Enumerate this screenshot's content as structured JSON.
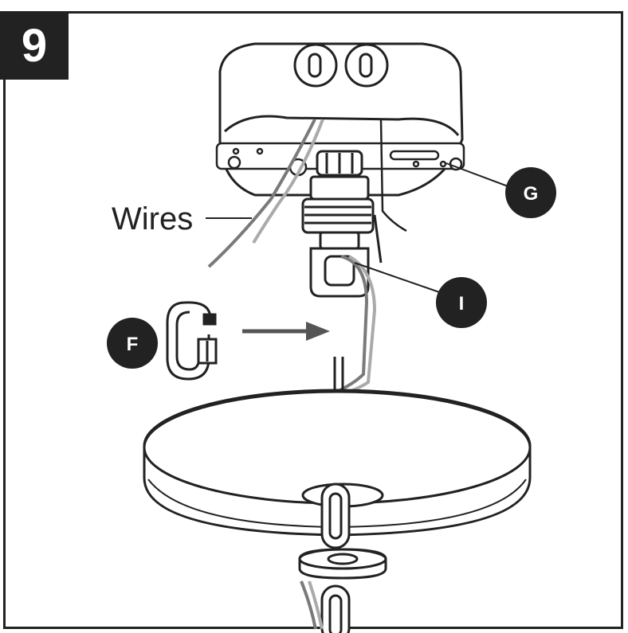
{
  "step": {
    "number": "9"
  },
  "labels": {
    "wires": "Wires"
  },
  "callouts": {
    "g": "G",
    "i": "I",
    "f": "F"
  },
  "colors": {
    "ink": "#222222",
    "wire_gray": "#7a7a7a",
    "wire_light": "#aaaaaa"
  }
}
